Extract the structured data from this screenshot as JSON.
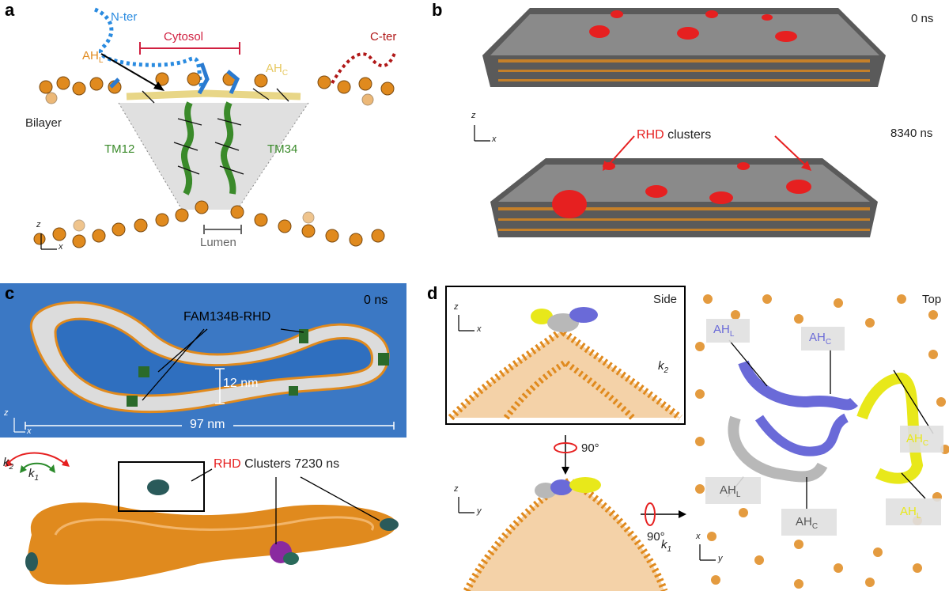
{
  "panels": {
    "a": {
      "label": "a",
      "n_ter": "N-ter",
      "cytosol": "Cytosol",
      "c_ter": "C-ter",
      "ah_l_main": "AH",
      "ah_l_sub": "L",
      "ah_c_main": "AH",
      "ah_c_sub": "C",
      "bilayer": "Bilayer",
      "tm12": "TM12",
      "tm34": "TM34",
      "lumen": "Lumen",
      "axis_z": "z",
      "axis_x": "x"
    },
    "b": {
      "label": "b",
      "time_top": "0 ns",
      "time_bottom": "8340 ns",
      "rhd": "RHD",
      "clusters": " clusters",
      "axis_z": "z",
      "axis_x": "x"
    },
    "c": {
      "label": "c",
      "fam": "FAM134B-RHD",
      "time_top": "0 ns",
      "width_nm": "12 nm",
      "length_nm": "97 nm",
      "axis_z": "z",
      "axis_x": "x",
      "k2_main": "k",
      "k2_sub": "2",
      "k1_main": "k",
      "k1_sub": "1",
      "rhd": "RHD",
      "clusters_time": " Clusters 7230 ns"
    },
    "d": {
      "label": "d",
      "side": "Side",
      "top": "Top",
      "rotation1": "90°",
      "rotation2": "90°",
      "k2_main": "k",
      "k2_sub": "2",
      "k1_main": "k",
      "k1_sub": "1",
      "axis_z1": "z",
      "axis_x1": "x",
      "axis_z2": "z",
      "axis_y2": "y",
      "axis_x3": "x",
      "axis_y3": "y",
      "ahl_blue_main": "AH",
      "ahl_blue_sub": "L",
      "ahc_blue_main": "AH",
      "ahc_blue_sub": "C",
      "ahc_yellow_main": "AH",
      "ahc_yellow_sub": "C",
      "ahl_gray_main": "AH",
      "ahl_gray_sub": "L",
      "ahc_gray_main": "AH",
      "ahc_gray_sub": "C",
      "ahl_yellow_main": "AH",
      "ahl_yellow_sub": "L"
    }
  },
  "colors": {
    "lipid_head": "#e08a1e",
    "rhd_red": "#e62020",
    "nter_blue": "#2a8be0",
    "cter_red": "#b01818",
    "tm_green": "#3a8a2a",
    "ah_blue": "#6a6ad8",
    "ah_yellow": "#e8e81a",
    "ah_gray": "#b8b8b8",
    "water_blue": "#2f6fbf"
  }
}
